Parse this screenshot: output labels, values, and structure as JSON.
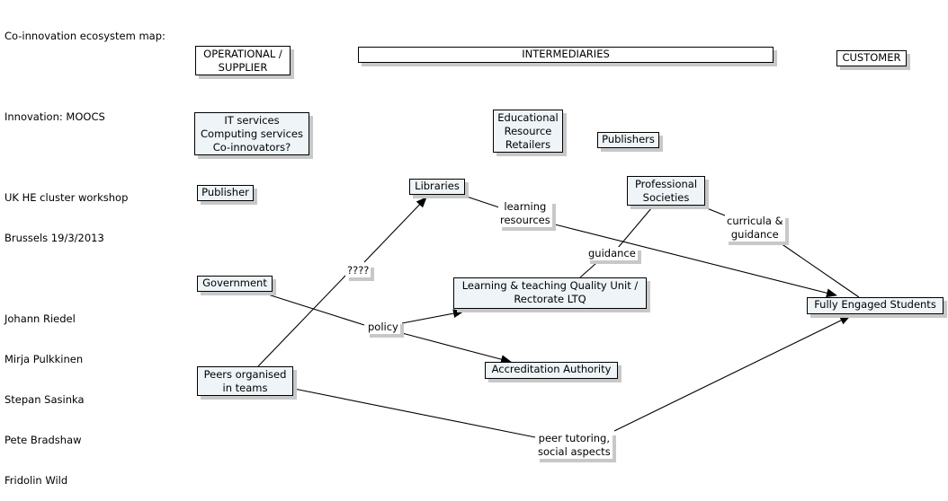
{
  "info": {
    "lines": [
      "Co-innovation ecosystem map:",
      "",
      "Innovation: MOOCS",
      "",
      "UK HE cluster workshop",
      "Brussels 19/3/2013",
      "",
      "Johann Riedel",
      "Mirja Pulkkinen",
      "Stepan Sasinka",
      "Pete Bradshaw",
      "Fridolin Wild"
    ]
  },
  "headers": {
    "operational": [
      "OPERATIONAL /",
      "SUPPLIER"
    ],
    "intermediaries": [
      "INTERMEDIARIES"
    ],
    "customer": [
      "CUSTOMER"
    ]
  },
  "concepts": {
    "it_services": [
      "IT services",
      "Computing services",
      "Co-innovators?"
    ],
    "publisher": [
      "Publisher"
    ],
    "educational_retailers": [
      "Educational",
      "Resource",
      "Retailers"
    ],
    "publishers": [
      "Publishers"
    ],
    "libraries": [
      "Libraries"
    ],
    "professional_societies": [
      "Professional",
      "Societies"
    ],
    "government": [
      "Government"
    ],
    "ltq": [
      "Learning & teaching Quality Unit /",
      "Rectorate LTQ"
    ],
    "accreditation": [
      "Accreditation Authority"
    ],
    "peers": [
      "Peers organised",
      "in teams"
    ],
    "students": [
      "Fully Engaged Students"
    ]
  },
  "links": {
    "unknown": [
      "????"
    ],
    "learning_resources": [
      "learning",
      "resources"
    ],
    "guidance": [
      "guidance"
    ],
    "curricula_guidance": [
      "curricula &",
      "guidance"
    ],
    "policy": [
      "policy"
    ],
    "peer_tutoring": [
      "peer tutoring,",
      "social aspects"
    ]
  }
}
